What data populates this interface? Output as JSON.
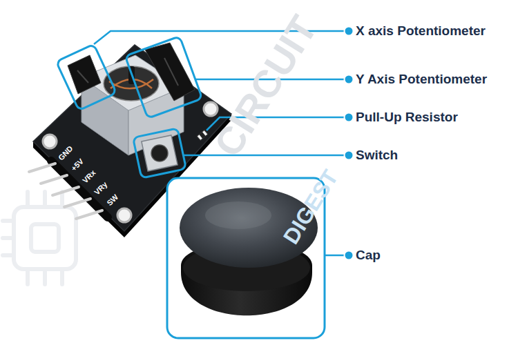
{
  "diagram": {
    "labels": [
      "X axis Potentiometer",
      "Y Axis Potentiometer",
      "Pull-Up Resistor",
      "Switch",
      "Cap",
      "GND",
      "+5V",
      "VRx",
      "VRy",
      "SW",
      "CIRCUIT",
      "DIGEST"
    ]
  }
}
